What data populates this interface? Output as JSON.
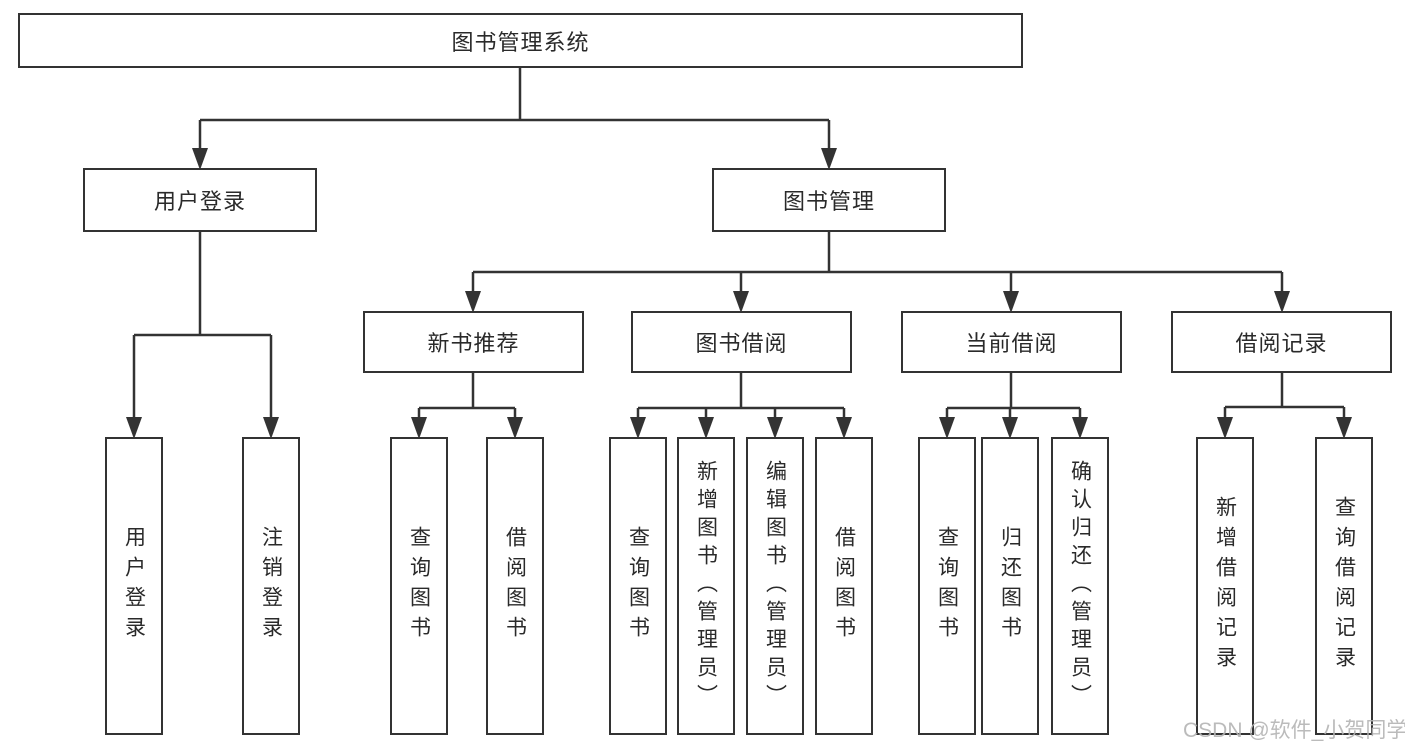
{
  "diagram": {
    "root": {
      "label": "图书管理系统"
    },
    "branches": [
      {
        "label": "用户登录",
        "children": [
          "用户登录",
          "注销登录"
        ]
      },
      {
        "label": "图书管理",
        "sections": [
          {
            "label": "新书推荐",
            "children": [
              "查询图书",
              "借阅图书"
            ]
          },
          {
            "label": "图书借阅",
            "children": [
              "查询图书",
              "新增图书（管理员）",
              "编辑图书（管理员）",
              "借阅图书"
            ]
          },
          {
            "label": "当前借阅",
            "children": [
              "查询图书",
              "归还图书",
              "确认归还（管理员）"
            ]
          },
          {
            "label": "借阅记录",
            "children": [
              "新增借阅记录",
              "查询借阅记录"
            ]
          }
        ]
      }
    ]
  },
  "watermark": "CSDN @软件_小贺同学",
  "colors": {
    "box_border": "#333333",
    "connector_line": "#333333",
    "text": "#2a2a2a",
    "watermark_text": "#b4b4b4",
    "background": "#ffffff"
  }
}
